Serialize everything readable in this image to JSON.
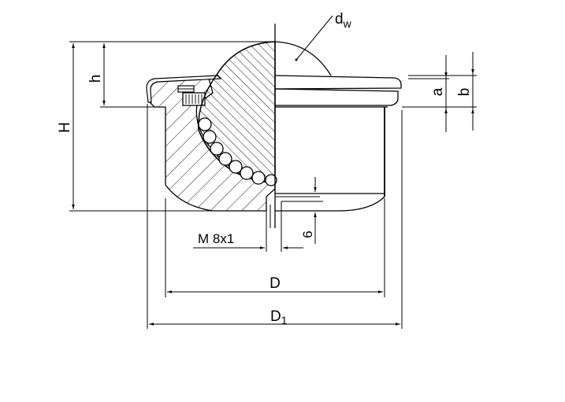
{
  "drawing": {
    "subject": "Ball transfer unit, half section view",
    "line_color": "#000000",
    "background_color": "#ffffff"
  },
  "labels": {
    "ball_diameter": {
      "main": "d",
      "sub": "w"
    },
    "overall_height": "H",
    "ball_protrusion": "h",
    "flange_dim_a": "a",
    "flange_dim_b": "b",
    "thread": "M 8x1",
    "drain_depth": "6",
    "body_diameter": "D",
    "flange_diameter": {
      "main": "D",
      "sub": "1"
    }
  }
}
